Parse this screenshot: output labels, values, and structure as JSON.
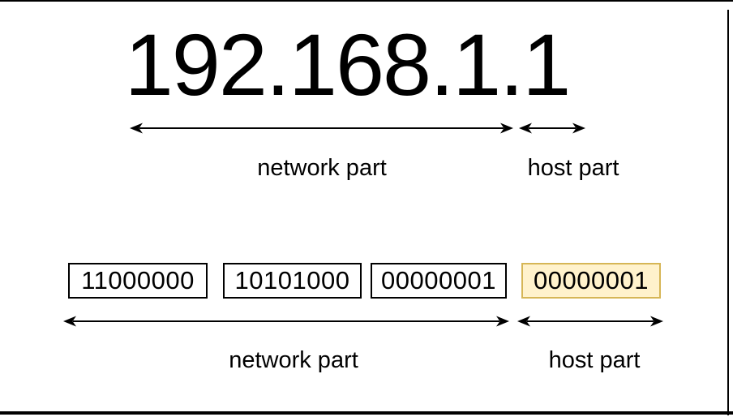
{
  "title_ip": "192.168.1.1",
  "decimal_section": {
    "network_label": "network part",
    "host_label": "host part"
  },
  "binary_section": {
    "octets": [
      {
        "bits": "11000000",
        "highlighted": false
      },
      {
        "bits": "10101000",
        "highlighted": false
      },
      {
        "bits": "00000001",
        "highlighted": false
      },
      {
        "bits": "00000001",
        "highlighted": true
      }
    ],
    "network_label": "network part",
    "host_label": "host part"
  },
  "colors": {
    "highlight_fill": "#FFF2CC",
    "highlight_border": "#D6B656",
    "line_color": "#000000"
  }
}
